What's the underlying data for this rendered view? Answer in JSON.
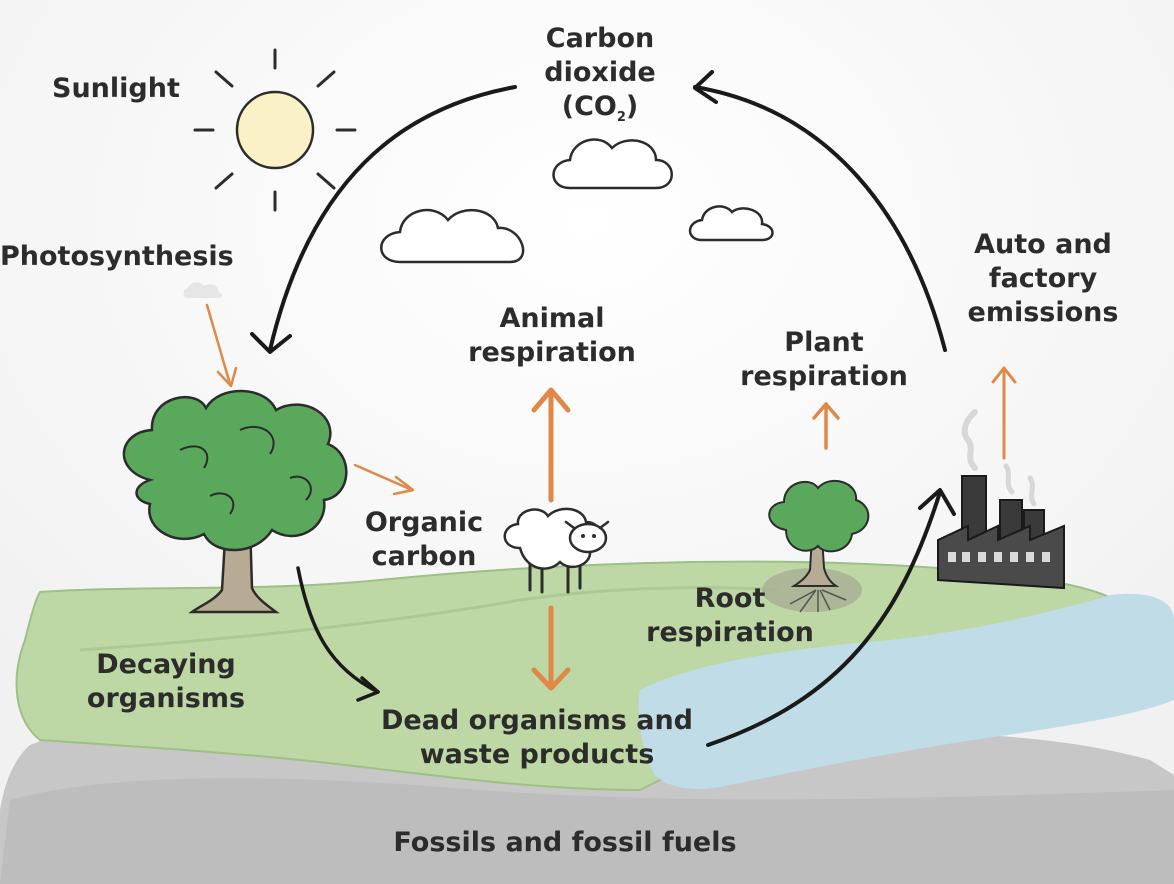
{
  "labels": {
    "co2": {
      "line1": "Carbon",
      "line2": "dioxide",
      "line3_open": "(CO",
      "line3_sub": "2",
      "line3_close": ")"
    },
    "sunlight": "Sunlight",
    "photosynthesis": "Photosynthesis",
    "animal_respiration": {
      "line1": "Animal",
      "line2": "respiration"
    },
    "plant_respiration": {
      "line1": "Plant",
      "line2": "respiration"
    },
    "emissions": {
      "line1": "Auto and",
      "line2": "factory",
      "line3": "emissions"
    },
    "organic_carbon": {
      "line1": "Organic",
      "line2": "carbon"
    },
    "root_respiration": {
      "line1": "Root",
      "line2": "respiration"
    },
    "decaying": {
      "line1": "Decaying",
      "line2": "organisms"
    },
    "dead": {
      "line1": "Dead organisms and",
      "line2": "waste products"
    },
    "fossils": "Fossils and fossil fuels"
  },
  "colors": {
    "black_arrow": "#1a1a1a",
    "orange_arrow": "#e08848",
    "grass": "#bdd8a4",
    "grass_edge": "#9fbf88",
    "water": "#c0dde7",
    "rock": "#c7c7c7",
    "rock_dark": "#a9a9a9",
    "tree_leaf": "#5aa85c",
    "tree_trunk": "#b8ab95",
    "sun": "#fbf1c6",
    "text": "#2c2c2c"
  }
}
